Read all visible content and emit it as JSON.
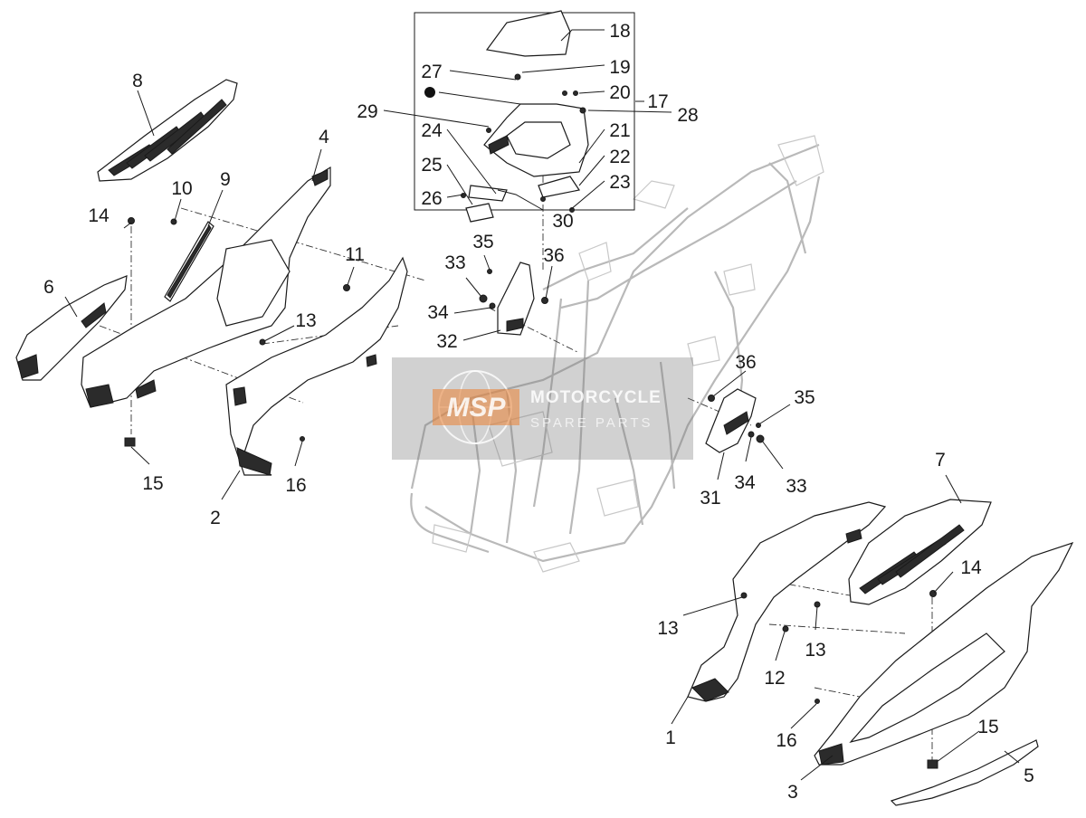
{
  "diagram": {
    "labels": [
      "18",
      "19",
      "27",
      "20",
      "17",
      "29",
      "28",
      "21",
      "24",
      "22",
      "25",
      "23",
      "26",
      "30",
      "8",
      "4",
      "9",
      "10",
      "14",
      "11",
      "35",
      "36",
      "6",
      "33",
      "34",
      "13",
      "32",
      "36",
      "35",
      "34",
      "33",
      "31",
      "16",
      "15",
      "2",
      "7",
      "14",
      "13",
      "13",
      "12",
      "1",
      "16",
      "15",
      "3",
      "5"
    ]
  },
  "watermark": {
    "logo": "MSP",
    "line1": "MOTORCYCLE",
    "line2": "SPARE PARTS"
  }
}
